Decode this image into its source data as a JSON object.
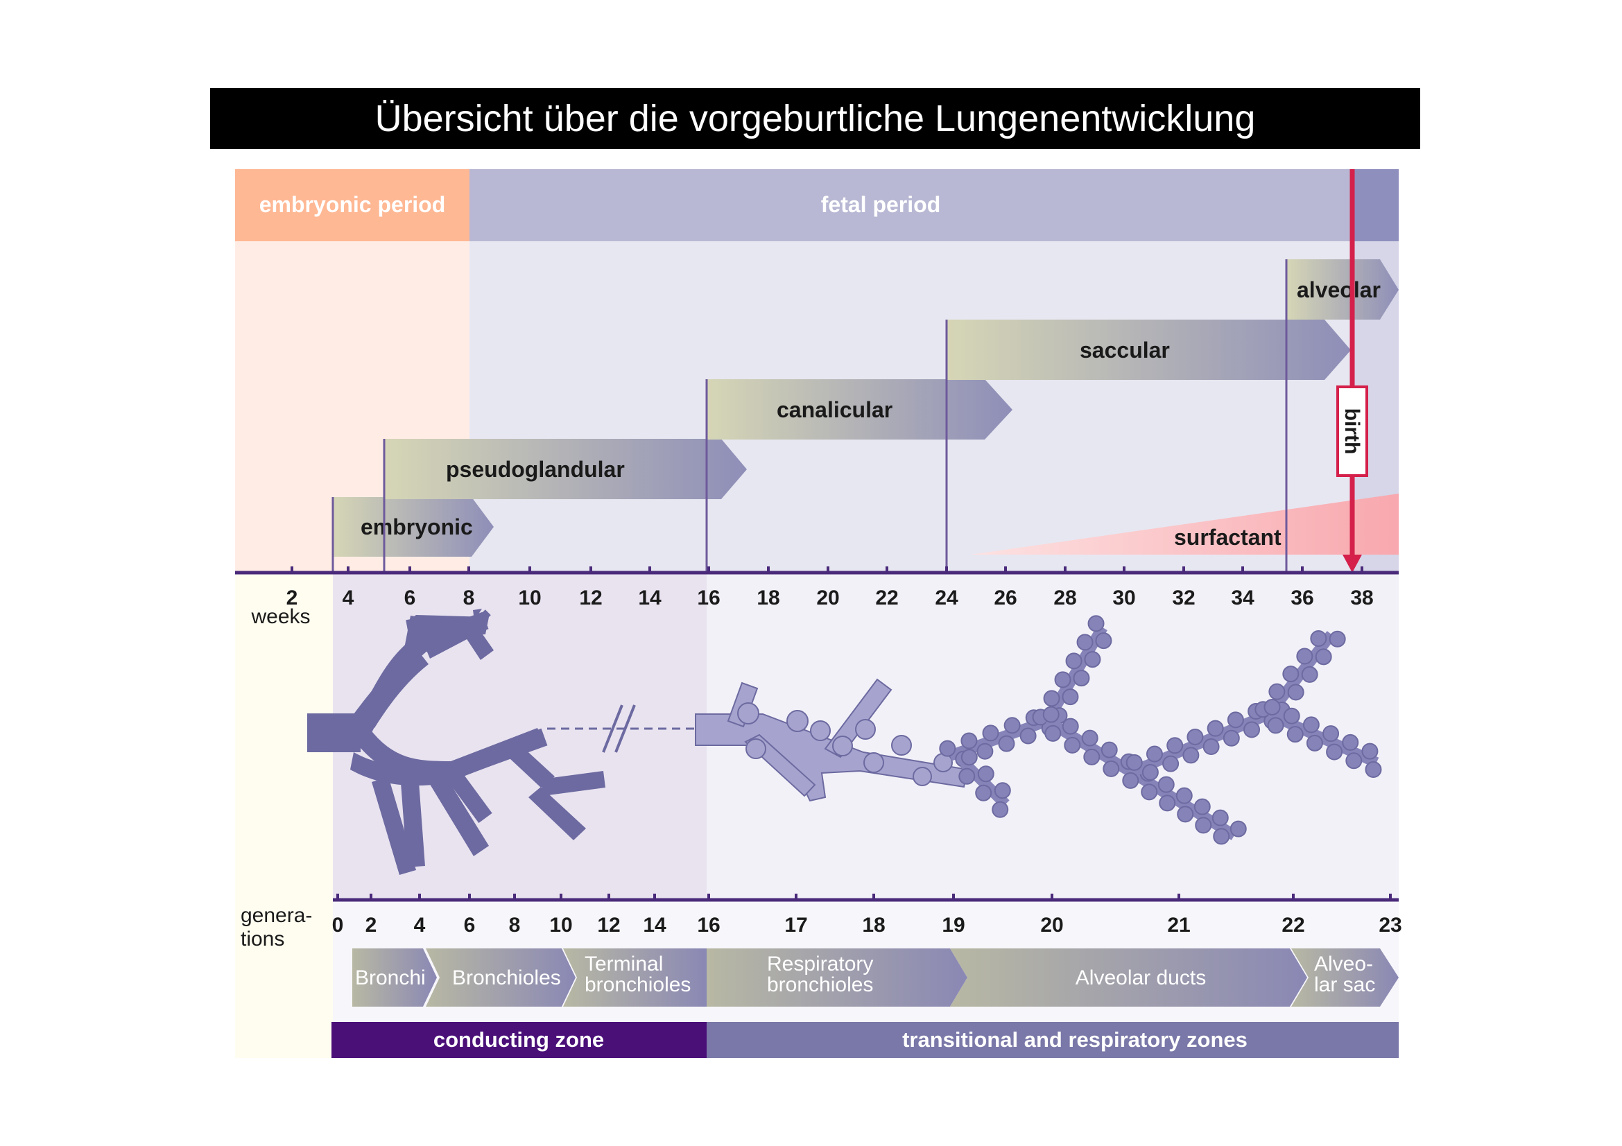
{
  "title": "Übersicht über die vorgeburtliche Lungenentwicklung",
  "periods": {
    "embryonic": "embryonic period",
    "fetal": "fetal period"
  },
  "stages": {
    "embryonic": "embryonic",
    "pseudoglandular": "pseudoglandular",
    "canalicular": "canalicular",
    "saccular": "saccular",
    "alveolar": "alveolar"
  },
  "birth": "birth",
  "surfactant": "surfactant",
  "weeks_label": "weeks",
  "weeks_ticks": [
    "2",
    "4",
    "6",
    "8",
    "10",
    "12",
    "14",
    "16",
    "18",
    "20",
    "22",
    "24",
    "26",
    "28",
    "30",
    "32",
    "34",
    "36",
    "38"
  ],
  "generations_label": [
    "genera-",
    "tions"
  ],
  "generation_ticks": [
    "0",
    "2",
    "4",
    "6",
    "8",
    "10",
    "12",
    "14",
    "16",
    "17",
    "18",
    "19",
    "20",
    "21",
    "22",
    "23"
  ],
  "airways": {
    "bronchi": "Bronchi",
    "bronchioles": "Bronchioles",
    "terminal": [
      "Terminal",
      "bronchioles"
    ],
    "respiratory": [
      "Respiratory",
      "bronchioles"
    ],
    "alveolar_ducts": "Alveolar ducts",
    "alveolar_sac": [
      "Alveo-",
      "lar sac"
    ]
  },
  "zones": {
    "conducting": "conducting zone",
    "transitional": "transitional and respiratory zones"
  },
  "colors": {
    "embryonic_period": "#FFB894",
    "fetal_period": "#B8B8D4",
    "birth_line": "#D4204A",
    "conducting_zone": "#4A1078",
    "transitional_zone": "#7A78A8",
    "bronchial_tree": "#6C6AA0",
    "axis": "#4A2A7A"
  }
}
